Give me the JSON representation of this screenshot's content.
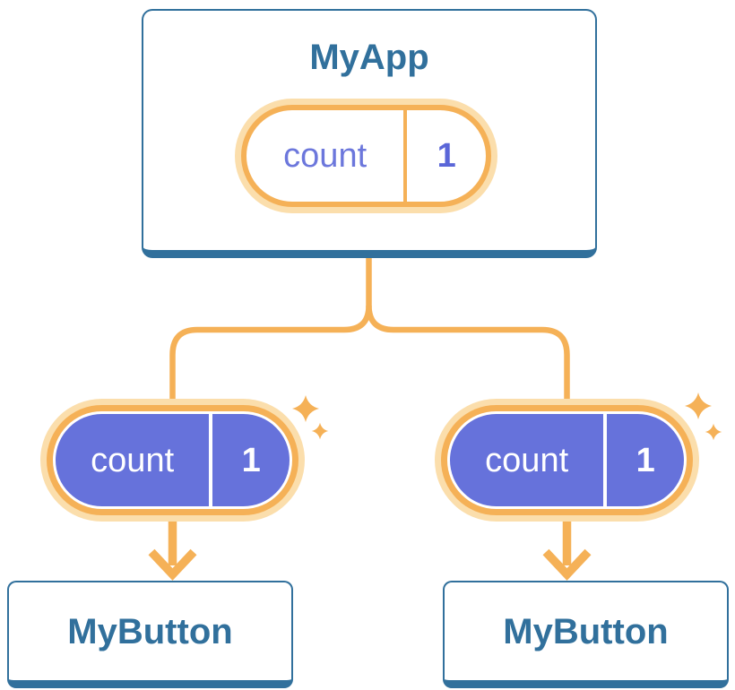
{
  "colors": {
    "blue": "#31709C",
    "orange": "#F5B157",
    "peach": "#FBDEAC",
    "purple": "#6672DB",
    "purple_text": "#6C77DC",
    "value_text": "#5A66D8"
  },
  "root": {
    "title": "MyApp",
    "state_name": "count",
    "state_value": "1"
  },
  "children": [
    {
      "title": "MyButton",
      "prop_name": "count",
      "prop_value": "1"
    },
    {
      "title": "MyButton",
      "prop_name": "count",
      "prop_value": "1"
    }
  ]
}
